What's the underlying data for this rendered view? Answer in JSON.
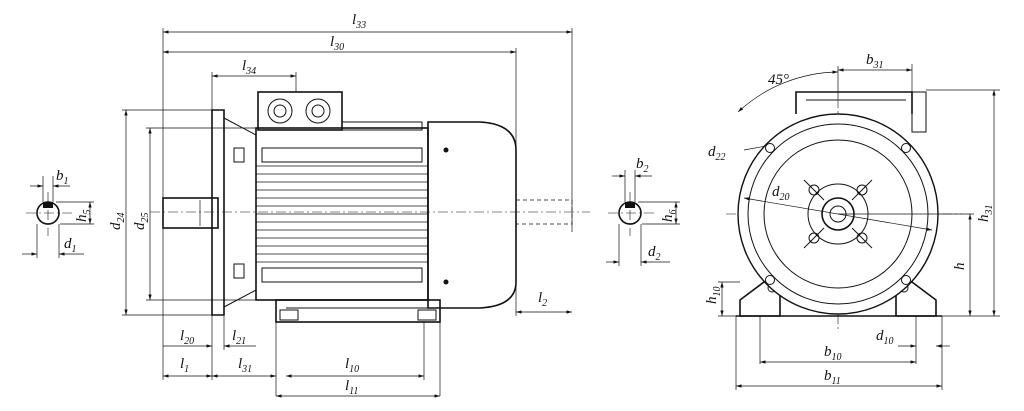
{
  "labels": {
    "l33": {
      "main": "l",
      "sub": "33"
    },
    "l30": {
      "main": "l",
      "sub": "30"
    },
    "l34": {
      "main": "l",
      "sub": "34"
    },
    "l20": {
      "main": "l",
      "sub": "20"
    },
    "l21": {
      "main": "l",
      "sub": "21"
    },
    "l1": {
      "main": "l",
      "sub": "1"
    },
    "l31": {
      "main": "l",
      "sub": "31"
    },
    "l10": {
      "main": "l",
      "sub": "10"
    },
    "l11": {
      "main": "l",
      "sub": "11"
    },
    "l2": {
      "main": "l",
      "sub": "2"
    },
    "d24": {
      "main": "d",
      "sub": "24"
    },
    "d25": {
      "main": "d",
      "sub": "25"
    },
    "b1": {
      "main": "b",
      "sub": "1"
    },
    "h5": {
      "main": "h",
      "sub": "5"
    },
    "d1": {
      "main": "d",
      "sub": "1"
    },
    "b2": {
      "main": "b",
      "sub": "2"
    },
    "h6": {
      "main": "h",
      "sub": "6"
    },
    "d2": {
      "main": "d",
      "sub": "2"
    },
    "b31": {
      "main": "b",
      "sub": "31"
    },
    "d22": {
      "main": "d",
      "sub": "22"
    },
    "d20": {
      "main": "d",
      "sub": "20"
    },
    "h31": {
      "main": "h",
      "sub": "31"
    },
    "h": {
      "main": "h",
      "sub": ""
    },
    "h10": {
      "main": "h",
      "sub": "10"
    },
    "d10": {
      "main": "d",
      "sub": "10"
    },
    "b10": {
      "main": "b",
      "sub": "10"
    },
    "b11": {
      "main": "b",
      "sub": "11"
    }
  },
  "angle_label": "45°"
}
